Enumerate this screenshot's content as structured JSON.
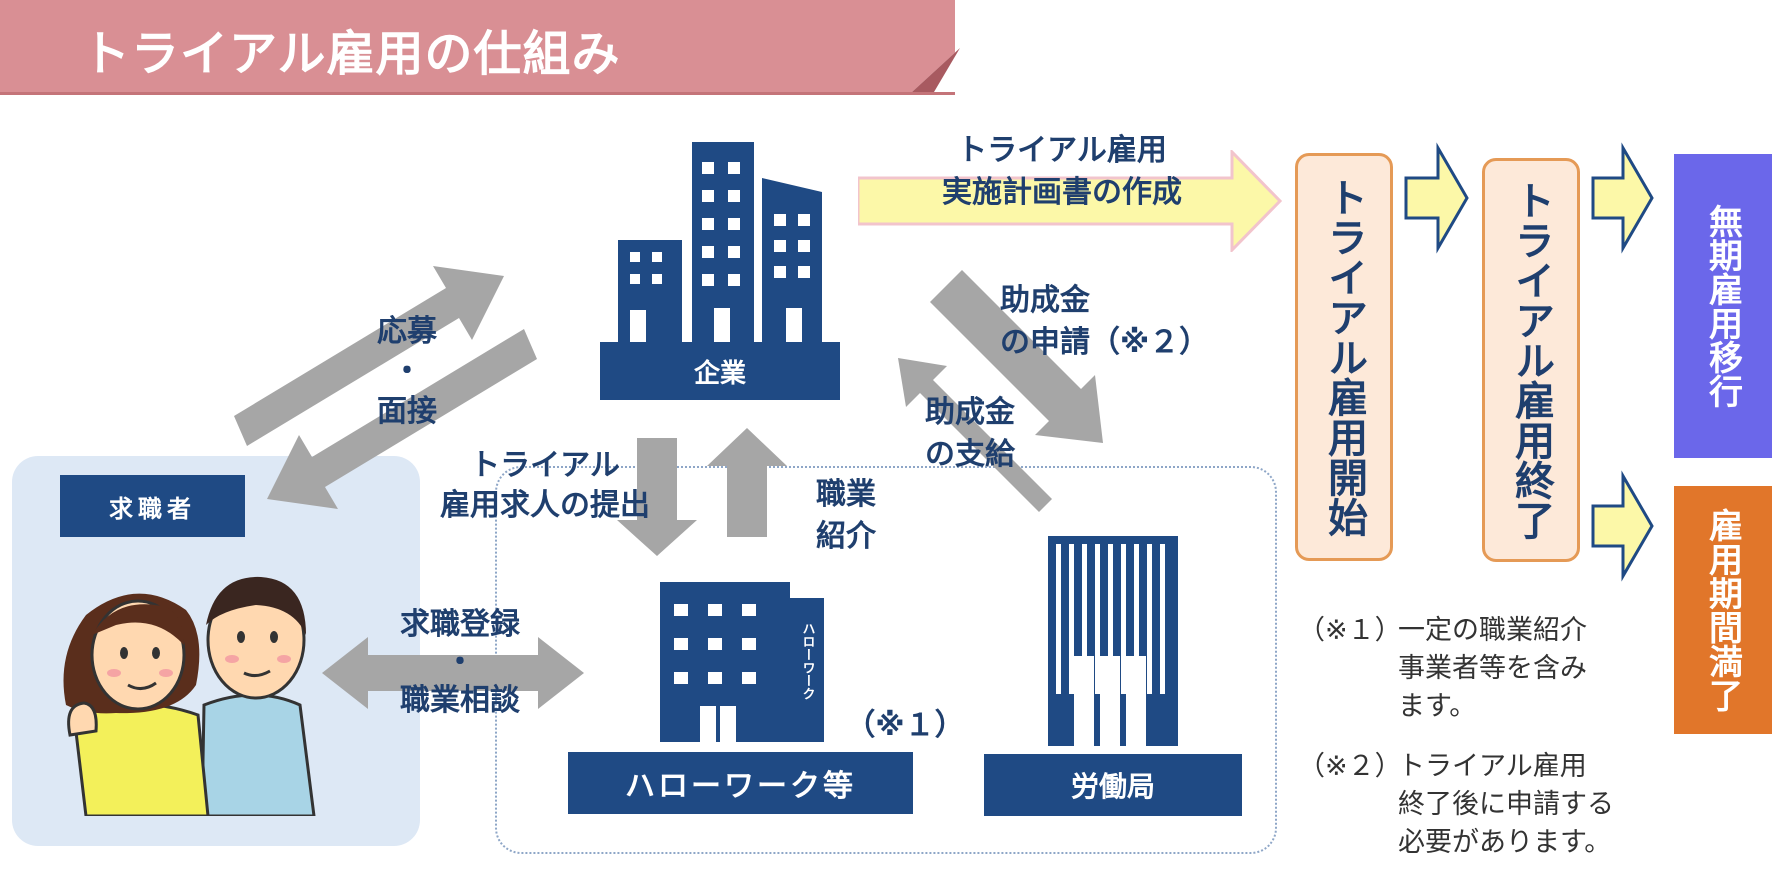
{
  "title": "トライアル雇用の仕組み",
  "labels": {
    "seeker": "求職者",
    "company": "企業",
    "hellowork": "ハローワーク等",
    "labor_bureau": "労働局",
    "hellowork_sign": "ハローワーク"
  },
  "flows": {
    "apply_line1": "応募",
    "apply_dot": "・",
    "apply_line2": "面接",
    "trial_line1": "トライアル",
    "trial_line2": "雇用求人の提出",
    "referral_line1": "職業",
    "referral_line2": "紹介",
    "register_line1": "求職登録",
    "register_dot": "・",
    "register_line2": "職業相談",
    "subsidy_apply_line1": "助成金",
    "subsidy_apply_line2": "の申請（※２）",
    "subsidy_pay_line1": "助成金",
    "subsidy_pay_line2": "の支給",
    "note1_mark": "（※１）"
  },
  "plan": {
    "line1": "トライアル雇用",
    "line2": "実施計画書の作成"
  },
  "stages": {
    "start": "トライアル雇用開始",
    "end": "トライアル雇用終了"
  },
  "results": {
    "indefinite": "無期雇用移行",
    "expire": "雇用期間満了"
  },
  "notes": [
    {
      "mark": "（※１）",
      "lines": [
        "一定の職業紹介",
        "事業者等を含み",
        "ます。"
      ]
    },
    {
      "mark": "（※２）",
      "lines": [
        "トライアル雇用",
        "終了後に申請する",
        "必要があります。"
      ]
    }
  ],
  "colors": {
    "title_band": "#d98f94",
    "navy": "#1f4a84",
    "gray_arrow": "#a6a6a6",
    "plan_arrow": "#fcf8a8",
    "stage_border": "#e59a56",
    "stage_fill": "#fde9d9",
    "indefinite": "#6b67ea",
    "expire": "#e1762a"
  }
}
